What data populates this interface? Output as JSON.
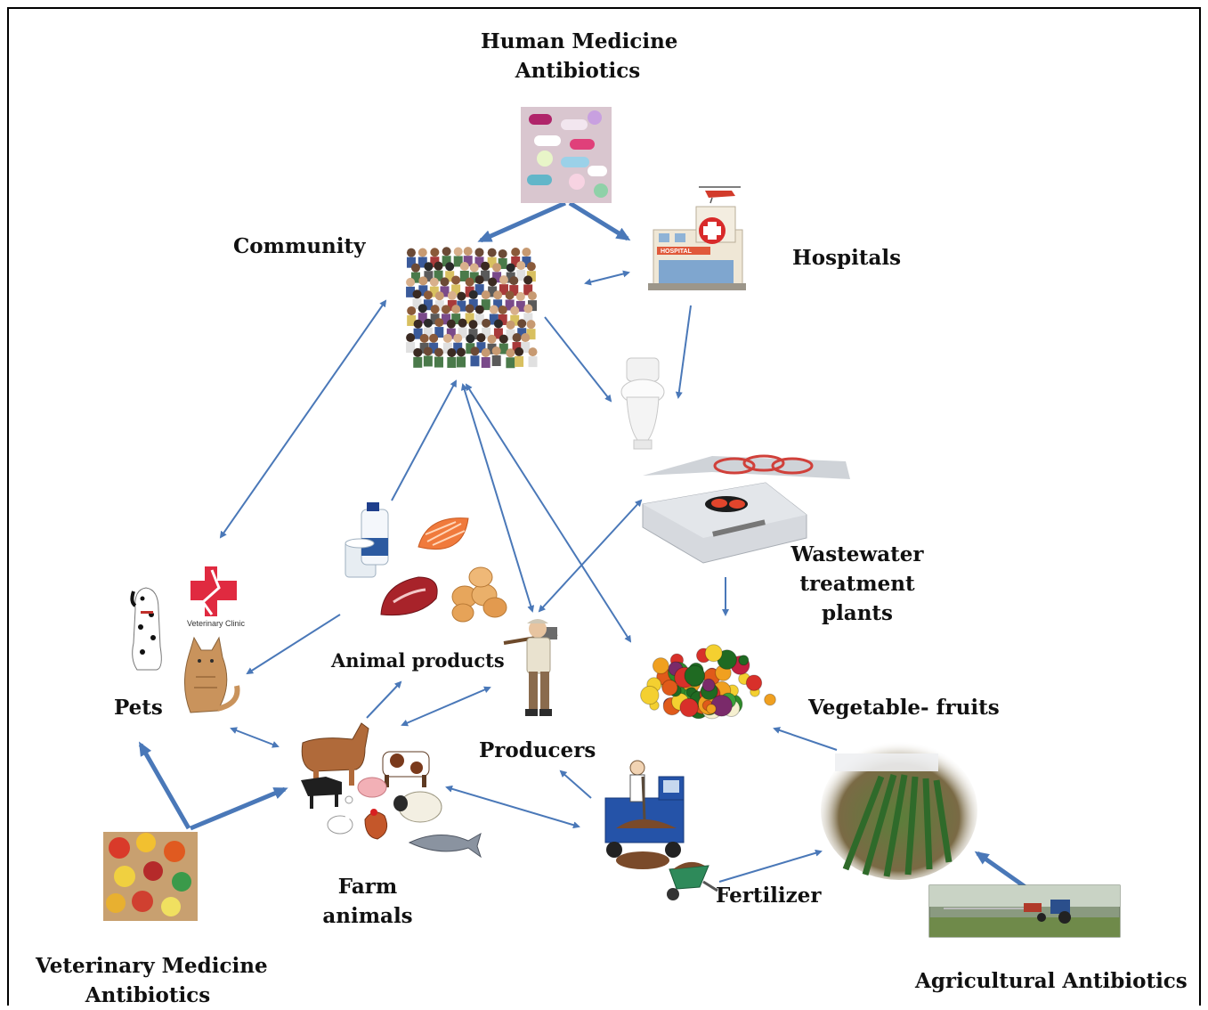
{
  "labels": {
    "human_medicine": [
      "Human  Medicine",
      "Antibiotics"
    ],
    "community": "Community",
    "hospitals": "Hospitals",
    "wastewater": [
      "Wastewater",
      "treatment",
      "plants"
    ],
    "vegetable_fruits": "Vegetable- fruits",
    "animal_products": "Animal products",
    "producers": "Producers",
    "pets": "Pets",
    "farm_animals": [
      "Farm",
      "animals"
    ],
    "fertilizer": "Fertilizer",
    "veterinary_medicine": [
      "Veterinary  Medicine",
      "Antibiotics"
    ],
    "agricultural": "Agricultural  Antibiotics",
    "vet_clinic_sign": "Veterinary Clinic",
    "hospital_sign": "HOSPITAL"
  },
  "icons": [
    "pills-icon",
    "hospital-icon",
    "crowd-icon",
    "toilet-icon",
    "wastewater-plant-icon",
    "dairy-icon",
    "salmon-icon",
    "meat-icon",
    "eggs-icon",
    "farmer-icon",
    "vegetables-icon",
    "dog-icon",
    "cat-icon",
    "vet-clinic-icon",
    "farm-animals-icon",
    "fish-icon",
    "truck-icon",
    "wheelbarrow-icon",
    "field-icon",
    "tractor-icon",
    "vet-pills-icon"
  ],
  "colors": {
    "arrow": "#4a78b8",
    "text": "#111111",
    "border": "#000000"
  }
}
